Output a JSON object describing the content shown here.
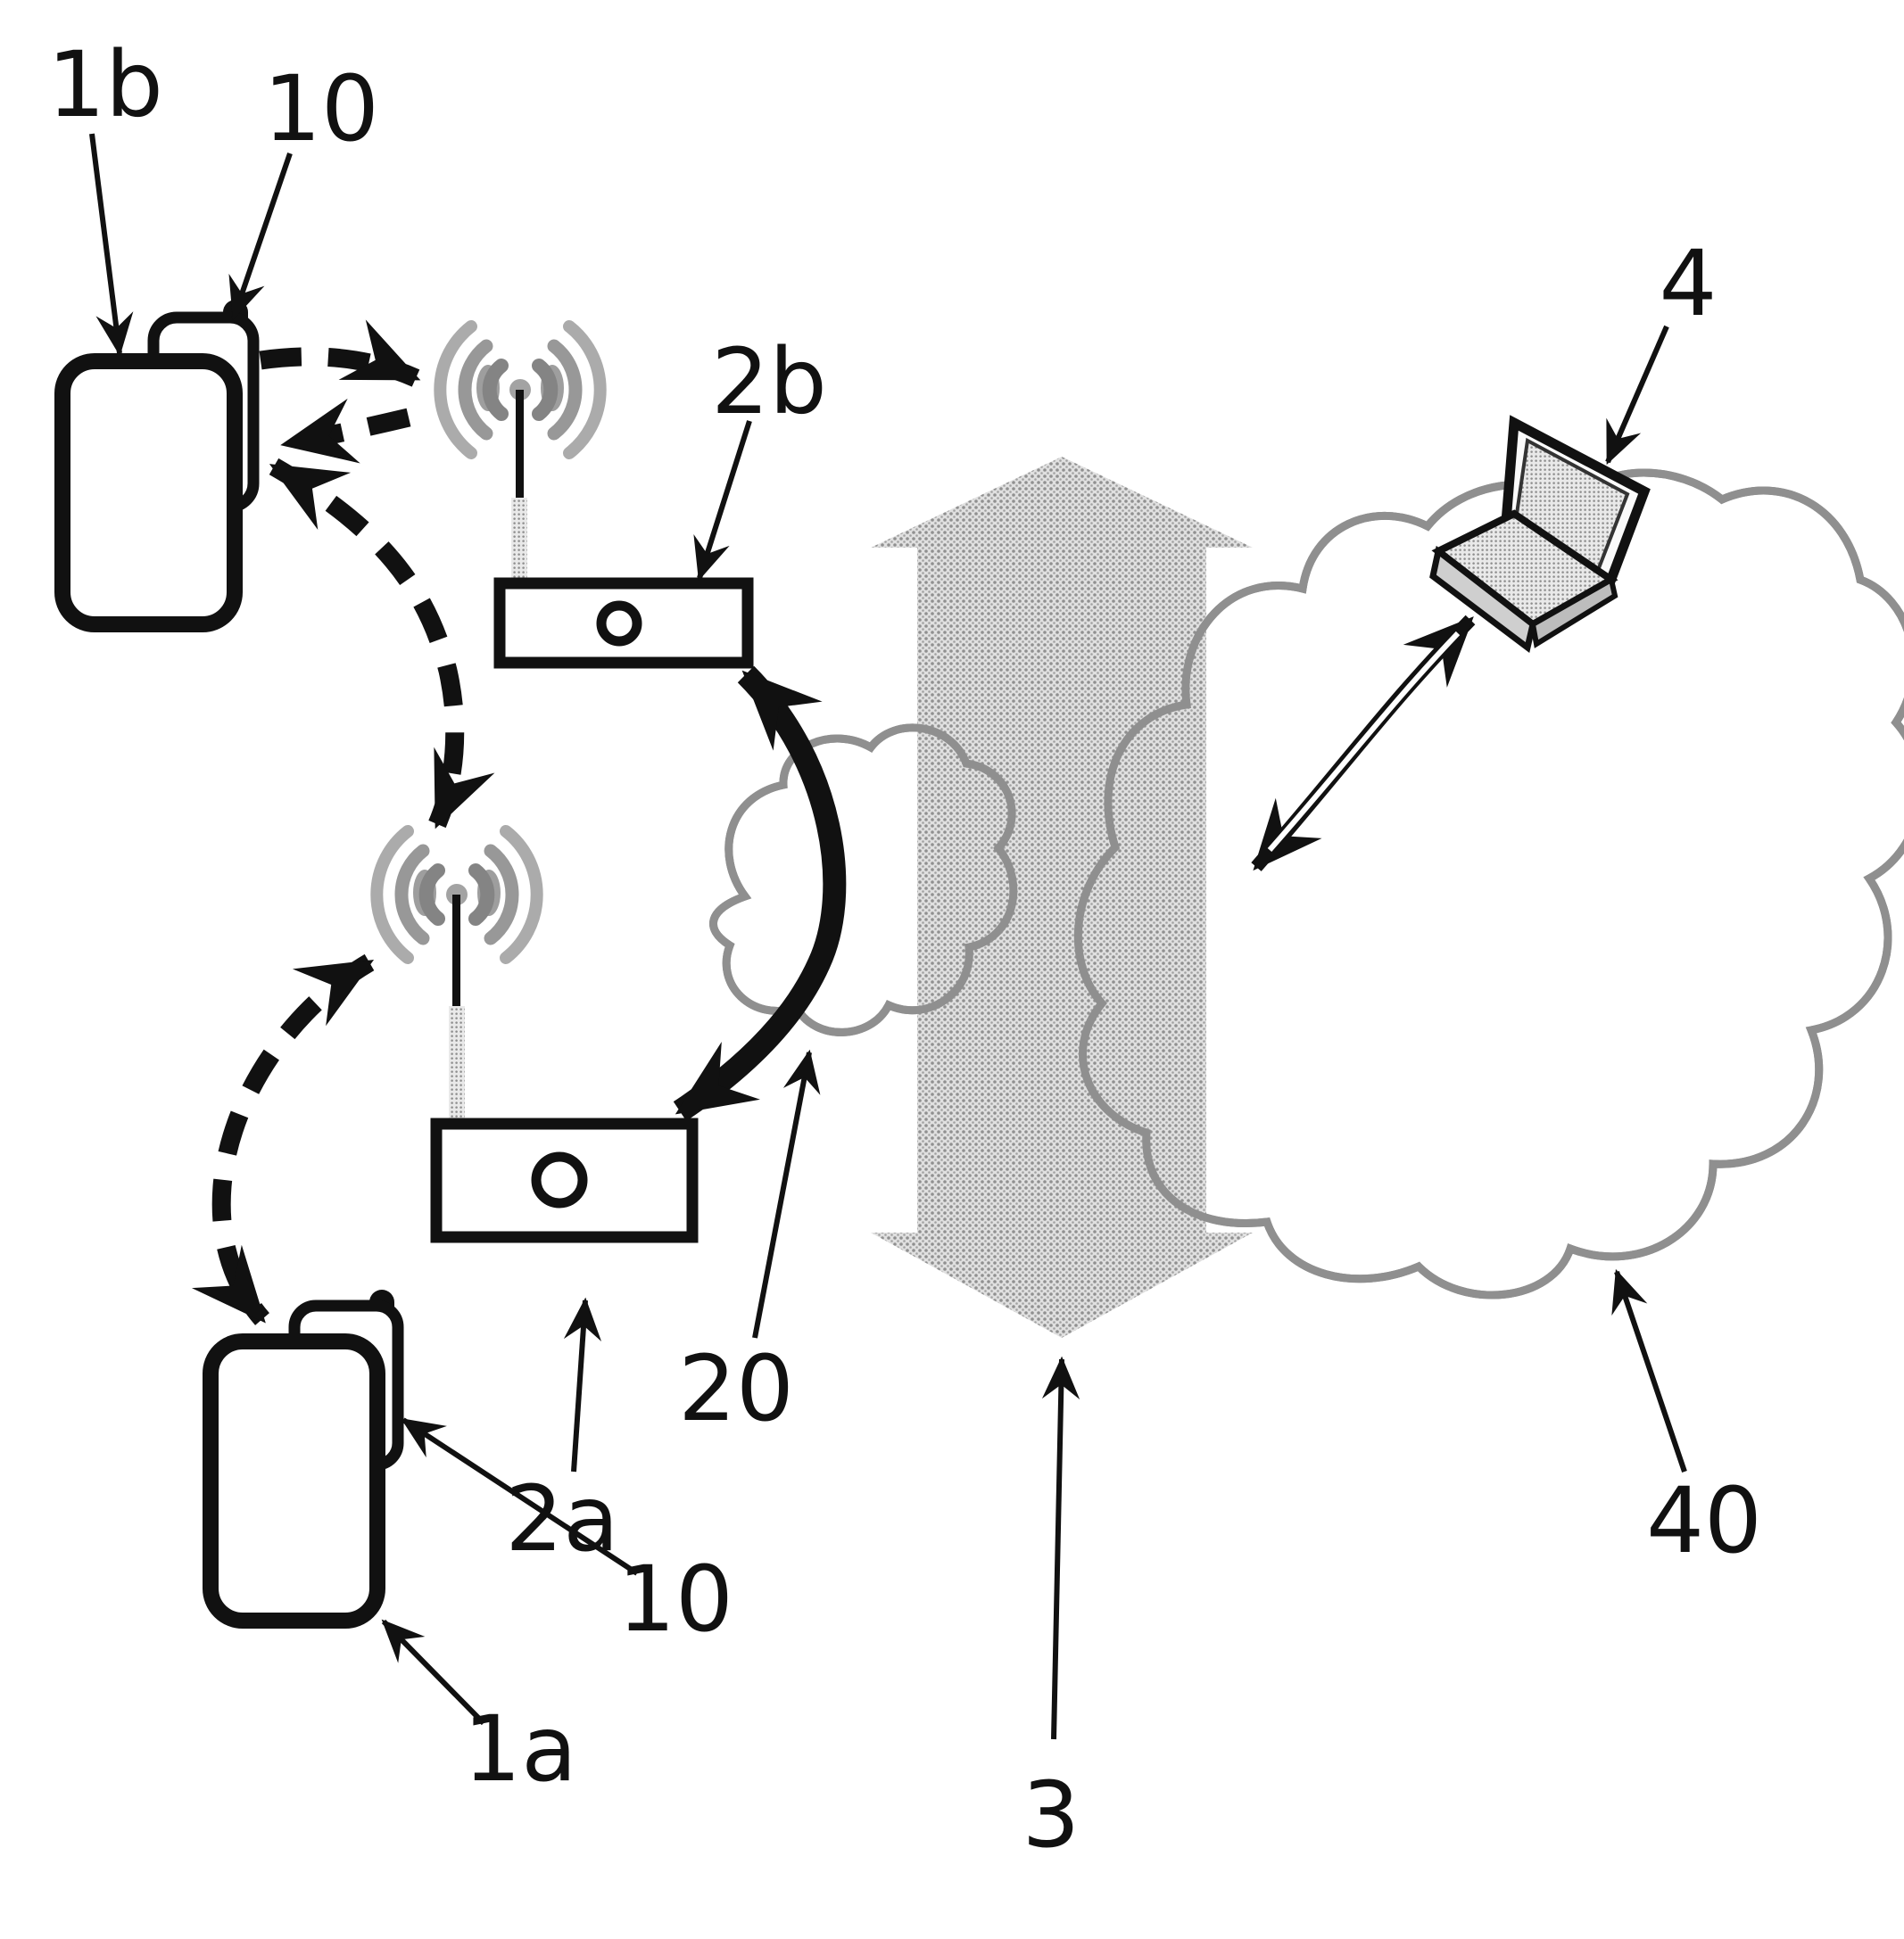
{
  "figure": {
    "type": "patent-network-diagram",
    "background": "#ffffff",
    "ink_color": "#111111",
    "cloud_outline_color": "#8f8f8f",
    "halftone_arrow_color": "#c9c9c9",
    "labels": [
      {
        "id": "1b",
        "text": "1b"
      },
      {
        "id": "10-top",
        "text": "10"
      },
      {
        "id": "2b",
        "text": "2b"
      },
      {
        "id": "4",
        "text": "4"
      },
      {
        "id": "2a",
        "text": "2a"
      },
      {
        "id": "20",
        "text": "20"
      },
      {
        "id": "3",
        "text": "3"
      },
      {
        "id": "40",
        "text": "40"
      },
      {
        "id": "10-bottom",
        "text": "10"
      },
      {
        "id": "1a",
        "text": "1a"
      }
    ],
    "components": [
      {
        "ref": "1b",
        "icon": "mobile-terminal-icon"
      },
      {
        "ref": "1a",
        "icon": "mobile-terminal-icon"
      },
      {
        "ref": "10",
        "icon": "attachment-device-icon"
      },
      {
        "ref": "2a",
        "icon": "wireless-access-point-icon"
      },
      {
        "ref": "2b",
        "icon": "wireless-access-point-icon"
      },
      {
        "ref": "20",
        "icon": "small-network-cloud-icon"
      },
      {
        "ref": "3",
        "icon": "bidirectional-gray-arrow-icon"
      },
      {
        "ref": "40",
        "icon": "wide-area-network-cloud-icon"
      },
      {
        "ref": "4",
        "icon": "laptop-computer-icon"
      }
    ]
  }
}
